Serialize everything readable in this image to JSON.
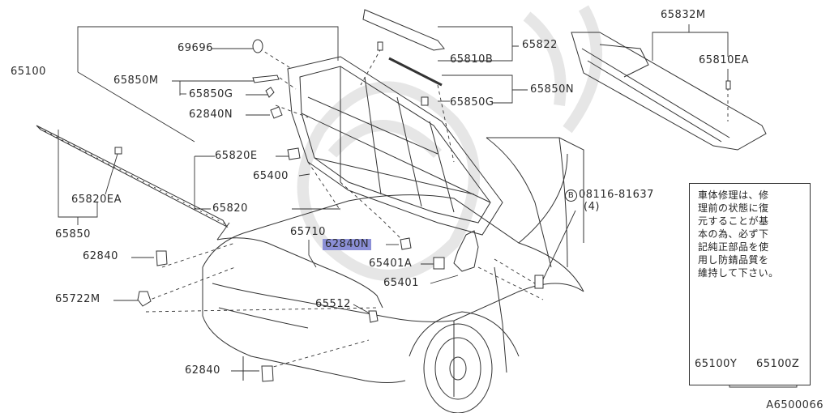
{
  "parts": {
    "p65100": "65100",
    "p69696": "69696",
    "p65850M": "65850M",
    "p65850G_left": "65850G",
    "p62840N_top": "62840N",
    "p65820E": "65820E",
    "p65400": "65400",
    "p65820EA": "65820EA",
    "p65820": "65820",
    "p65850": "65850",
    "p62840_mid": "62840",
    "p65722M": "65722M",
    "p62840_bottom": "62840",
    "p65710": "65710",
    "p62840N_highlight": "62840N",
    "p65401A": "65401A",
    "p65401": "65401",
    "p65512": "65512",
    "p65822": "65822",
    "p65810B": "65810B",
    "p65850N": "65850N",
    "p65850G_right": "65850G",
    "p65832M": "65832M",
    "p65810EA": "65810EA",
    "bolt_symbol": "B",
    "bolt_number": "08116-81637",
    "bolt_qty": "(4)"
  },
  "note": {
    "lines": [
      "車体修理は、修",
      "理前の状態に復",
      "元することが基",
      "本の為、必ず下",
      "記純正部品を使",
      "用し防錆品質を",
      "維持して下さい。"
    ],
    "tube_label": "65100Y",
    "can_label": "65100Z"
  },
  "diagram_code": "A6500066",
  "colors": {
    "highlight": "#8b8fd6",
    "line": "#333333",
    "watermark": "#e6e6e6"
  }
}
